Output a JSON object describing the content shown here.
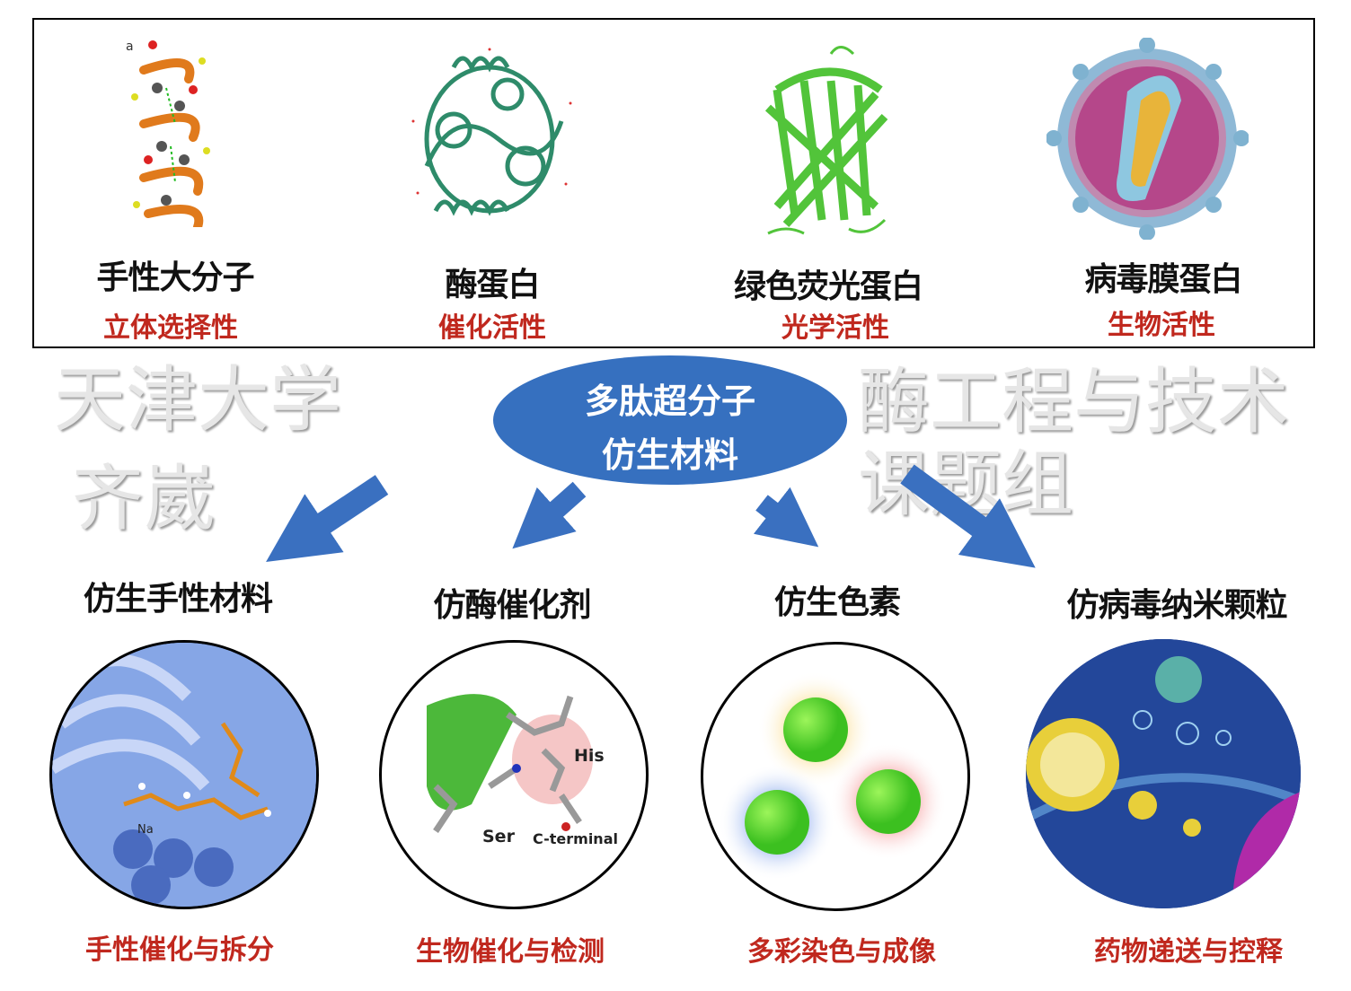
{
  "top_panel": {
    "items": [
      {
        "title": "手性大分子",
        "property": "立体选择性",
        "icon": "helix-molecule"
      },
      {
        "title": "酶蛋白",
        "property": "催化活性",
        "icon": "enzyme-ribbon"
      },
      {
        "title": "绿色荧光蛋白",
        "property": "光学活性",
        "icon": "gfp-barrel"
      },
      {
        "title": "病毒膜蛋白",
        "property": "生物活性",
        "icon": "virus-particle"
      }
    ],
    "panel_label": "a"
  },
  "center": {
    "line1": "多肽超分子",
    "line2": "仿生材料",
    "color": "#3670bf"
  },
  "branches": [
    {
      "title": "仿生手性材料",
      "application": "手性催化与拆分",
      "labels": [
        "Na"
      ]
    },
    {
      "title": "仿酶催化剂",
      "application": "生物催化与检测",
      "labels": [
        "His",
        "Ser",
        "C-terminal"
      ]
    },
    {
      "title": "仿生色素",
      "application": "多彩染色与成像",
      "labels": []
    },
    {
      "title": "仿病毒纳米颗粒",
      "application": "药物递送与控释",
      "labels": []
    }
  ],
  "watermark": {
    "line1": "天津大学",
    "line2": "酶工程与技术课题组",
    "line3": "齐崴"
  },
  "colors": {
    "accent_red": "#c0281e",
    "arrow_blue": "#3a70c0"
  }
}
